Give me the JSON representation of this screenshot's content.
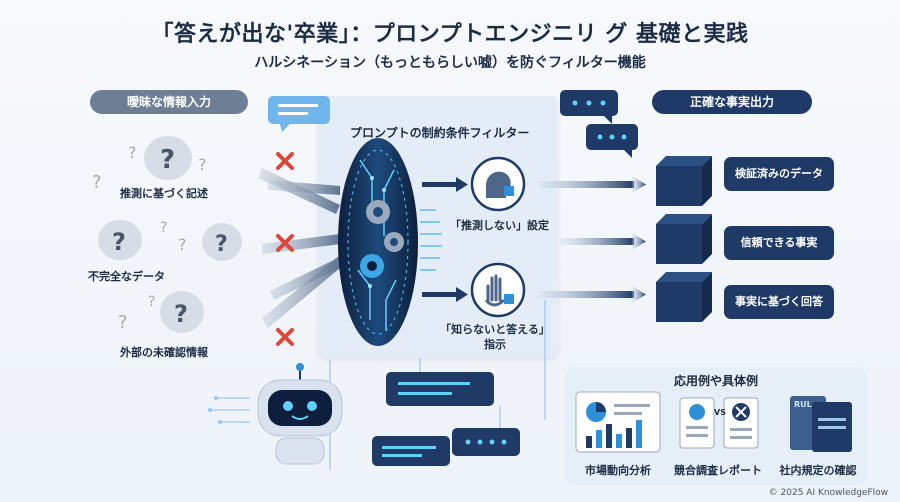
{
  "header": {
    "title": "「答えが出な'卒業」：プロンプトエンジニリ グ 基礎と実践",
    "subtitle": "ハルシネーション（もっともらしい嘘）を防ぐフィルター機能"
  },
  "input_section": {
    "label": "曖昧な情報入力",
    "items": [
      {
        "label": "推測に基づく記述",
        "icon": "question-bubbles-icon"
      },
      {
        "label": "不完全なデータ",
        "icon": "question-bubbles-icon"
      },
      {
        "label": "外部の未確認情報",
        "icon": "question-bubbles-icon"
      }
    ]
  },
  "filter": {
    "title": "プロンプトの制約条件フィルター",
    "settings": [
      {
        "label": "「推測しない」設定",
        "icon": "head-cube-icon"
      },
      {
        "label": "「知らないと答える」\n指示",
        "icon": "hand-stop-icon"
      }
    ]
  },
  "output_section": {
    "label": "正確な事実出力",
    "items": [
      {
        "label": "検証済みのデータ"
      },
      {
        "label": "信頼できる事実"
      },
      {
        "label": "事実に基づく回答"
      }
    ]
  },
  "examples": {
    "title": "応用例や具体例",
    "items": [
      {
        "label": "市場動向分析",
        "icon": "dashboard-chart-icon"
      },
      {
        "label": "競合調査レポート",
        "icon": "versus-report-icon",
        "badge": "VS"
      },
      {
        "label": "社内規定の確認",
        "icon": "rule-books-icon",
        "badge": "RUL"
      }
    ]
  },
  "footer": {
    "credit": "© 2025 AI KnowledgeFlow"
  },
  "colors": {
    "navy": "#1f3a66",
    "accent": "#2f8fd8",
    "reject": "#d9483b",
    "grey": "#6e7f95"
  }
}
